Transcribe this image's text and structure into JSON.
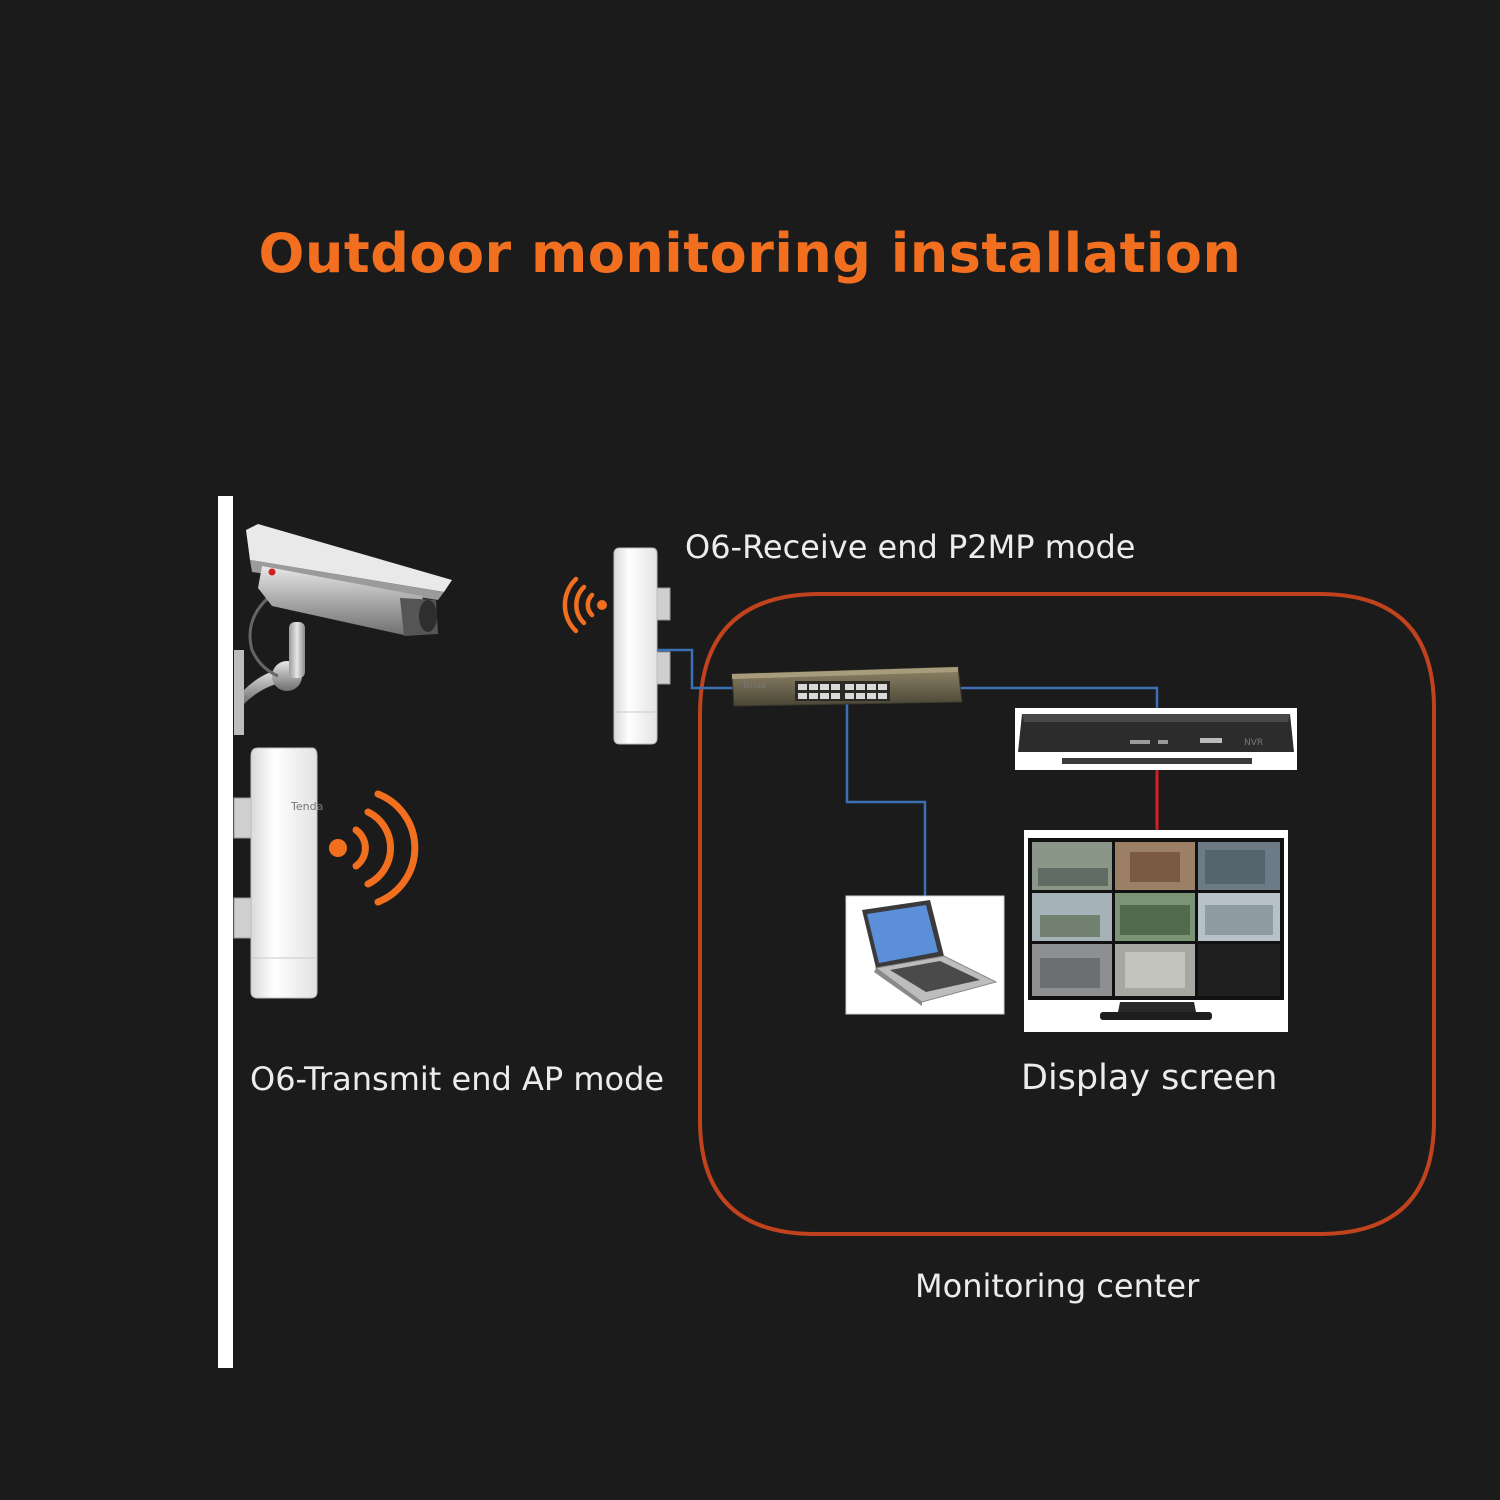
{
  "title": "Outdoor monitoring installation",
  "labels": {
    "receive_end": "O6-Receive end P2MP mode",
    "transmit_end": "O6-Transmit end AP mode",
    "display_screen": "Display screen",
    "monitoring_center": "Monitoring center"
  },
  "device_brand": "Tenda",
  "icons": {
    "camera": "security-camera-icon",
    "transmitter": "cpe-transmitter-icon",
    "receiver": "cpe-receiver-icon",
    "switch": "network-switch-icon",
    "nvr": "nvr-recorder-icon",
    "laptop": "laptop-icon",
    "monitor": "monitor-icon",
    "wifi": "wifi-signal-icon"
  },
  "colors": {
    "background": "#1b1b1b",
    "accent": "#f26f1f",
    "boundary": "#c0431d",
    "cable": "#3d6fb5",
    "video_cable": "#d42020"
  }
}
